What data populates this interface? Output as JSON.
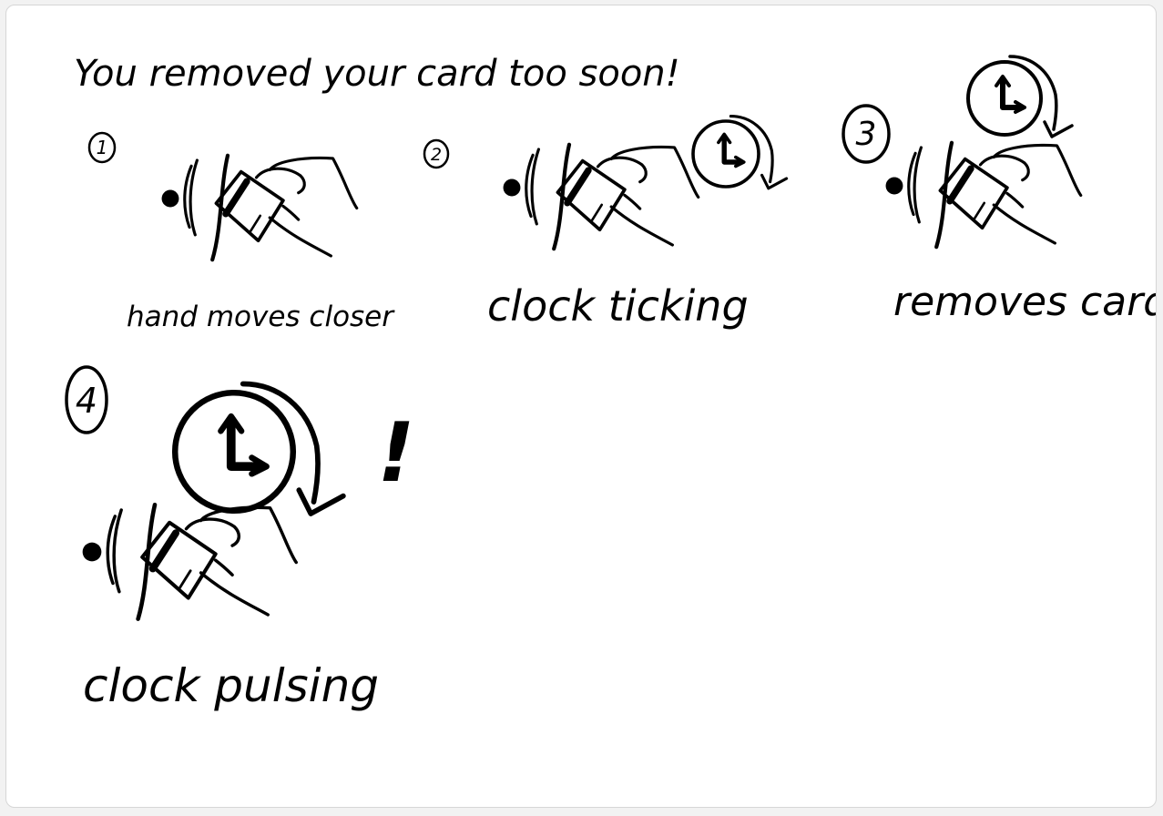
{
  "title": "You removed your card too soon!",
  "steps": [
    {
      "number": "1",
      "caption": "hand moves closer"
    },
    {
      "number": "2",
      "caption": "clock ticking"
    },
    {
      "number": "3",
      "caption": "removes card"
    },
    {
      "number": "4",
      "caption": "clock pulsing"
    }
  ],
  "exclamation": "!",
  "ink_color": "#000000",
  "paper_color": "#ffffff"
}
